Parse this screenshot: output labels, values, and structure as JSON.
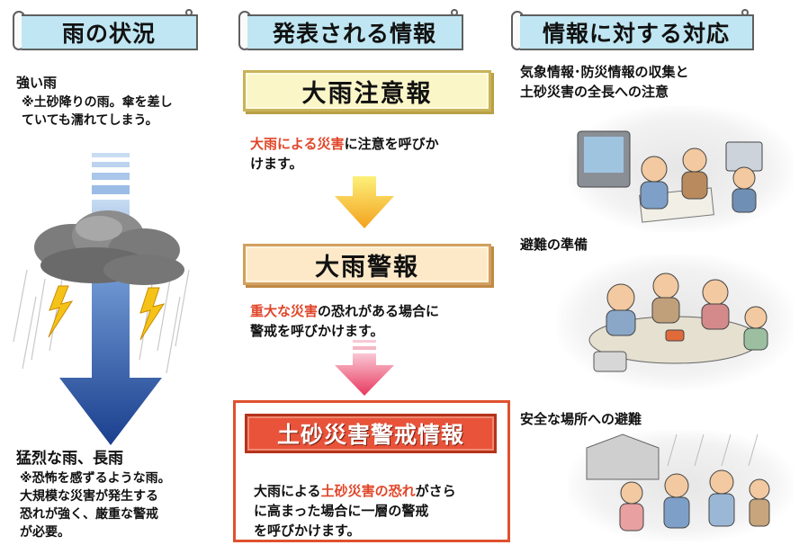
{
  "headers": {
    "rain": "雨の状況",
    "info": "発表される情報",
    "response": "情報に対する対応"
  },
  "rain_status": {
    "strong_title": "強い雨",
    "strong_note_1": "※土砂降りの雨。傘を差し",
    "strong_note_2": "ていても濡れてしまう。",
    "intense_title": "猛烈な雨、長雨",
    "intense_note_1": "※恐怖を感ずるような雨。",
    "intense_note_2": "大規模な災害が発生する",
    "intense_note_3": "恐れが強く、厳重な警戒",
    "intense_note_4": "が必要。"
  },
  "info_stages": [
    {
      "title": "大雨注意報",
      "desc_red": "大雨による災害",
      "desc_rest_1": "に注意を呼びか",
      "desc_line2": "けます。"
    },
    {
      "title": "大雨警報",
      "desc_red": "重大な災害",
      "desc_rest_1": "の恐れがある場合に",
      "desc_line2": "警戒を呼びかけます。"
    },
    {
      "title": "土砂災害警戒情報",
      "desc_pre": "大雨による",
      "desc_red": "土砂災害の恐れ",
      "desc_rest_1": "がさら",
      "desc_line2": "に高まった場合に一層の警戒",
      "desc_line3": "を呼びかけます。"
    }
  ],
  "responses": [
    {
      "line1": "気象情報･防災情報の収集と",
      "line2": "土砂災害の全長への注意"
    },
    {
      "line1": "避難の準備"
    },
    {
      "line1": "安全な場所への避難"
    }
  ],
  "colors": {
    "header_fill": "#bfe6f2",
    "advisory_fill": "#faf6c8",
    "warning_fill": "#fde9c8",
    "alert_fill": "#e8533a",
    "highlight_text": "#e0462a"
  }
}
